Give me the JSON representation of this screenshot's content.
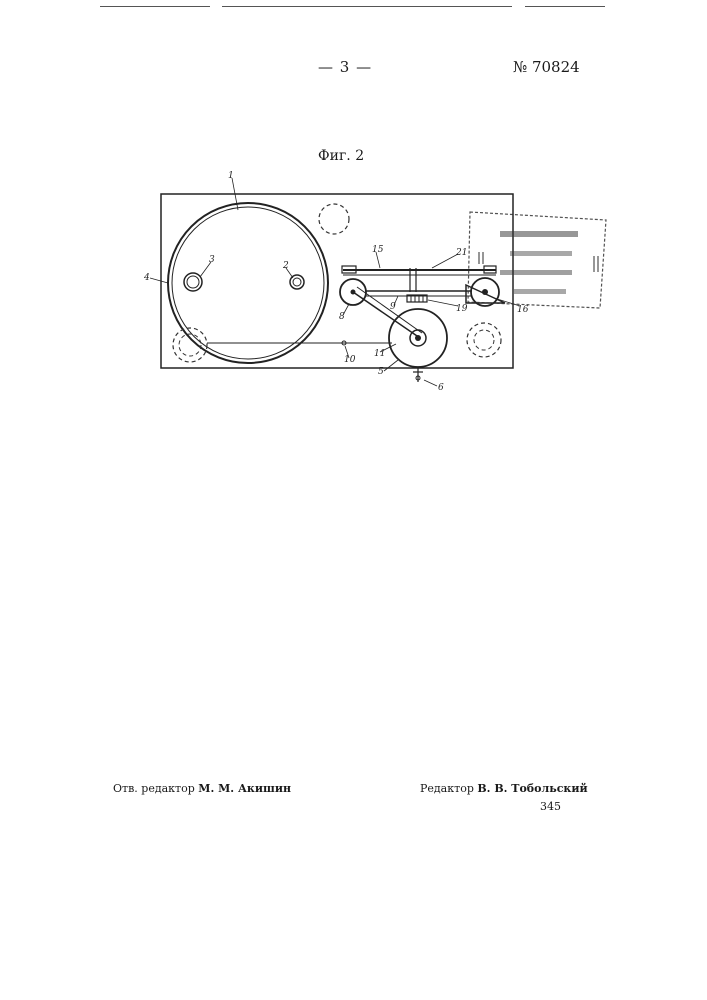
{
  "header": {
    "page_number": "— 3 —",
    "patent_number": "№ 70824"
  },
  "figure": {
    "caption": "Фиг. 2",
    "labels": {
      "l1": "1",
      "l2": "2",
      "l3": "3",
      "l4": "4",
      "l5": "5",
      "l6": "6",
      "l8": "8",
      "l9": "9",
      "l10": "10",
      "l11": "11",
      "l15": "15",
      "l16": "16",
      "l19": "19",
      "l21": "21"
    }
  },
  "footer": {
    "left_prefix": "Отв. редактор",
    "left_name": "М. М. Акишин",
    "right_prefix": "Редактор",
    "right_name": "В. В. Тобольский",
    "page_code": "345"
  }
}
